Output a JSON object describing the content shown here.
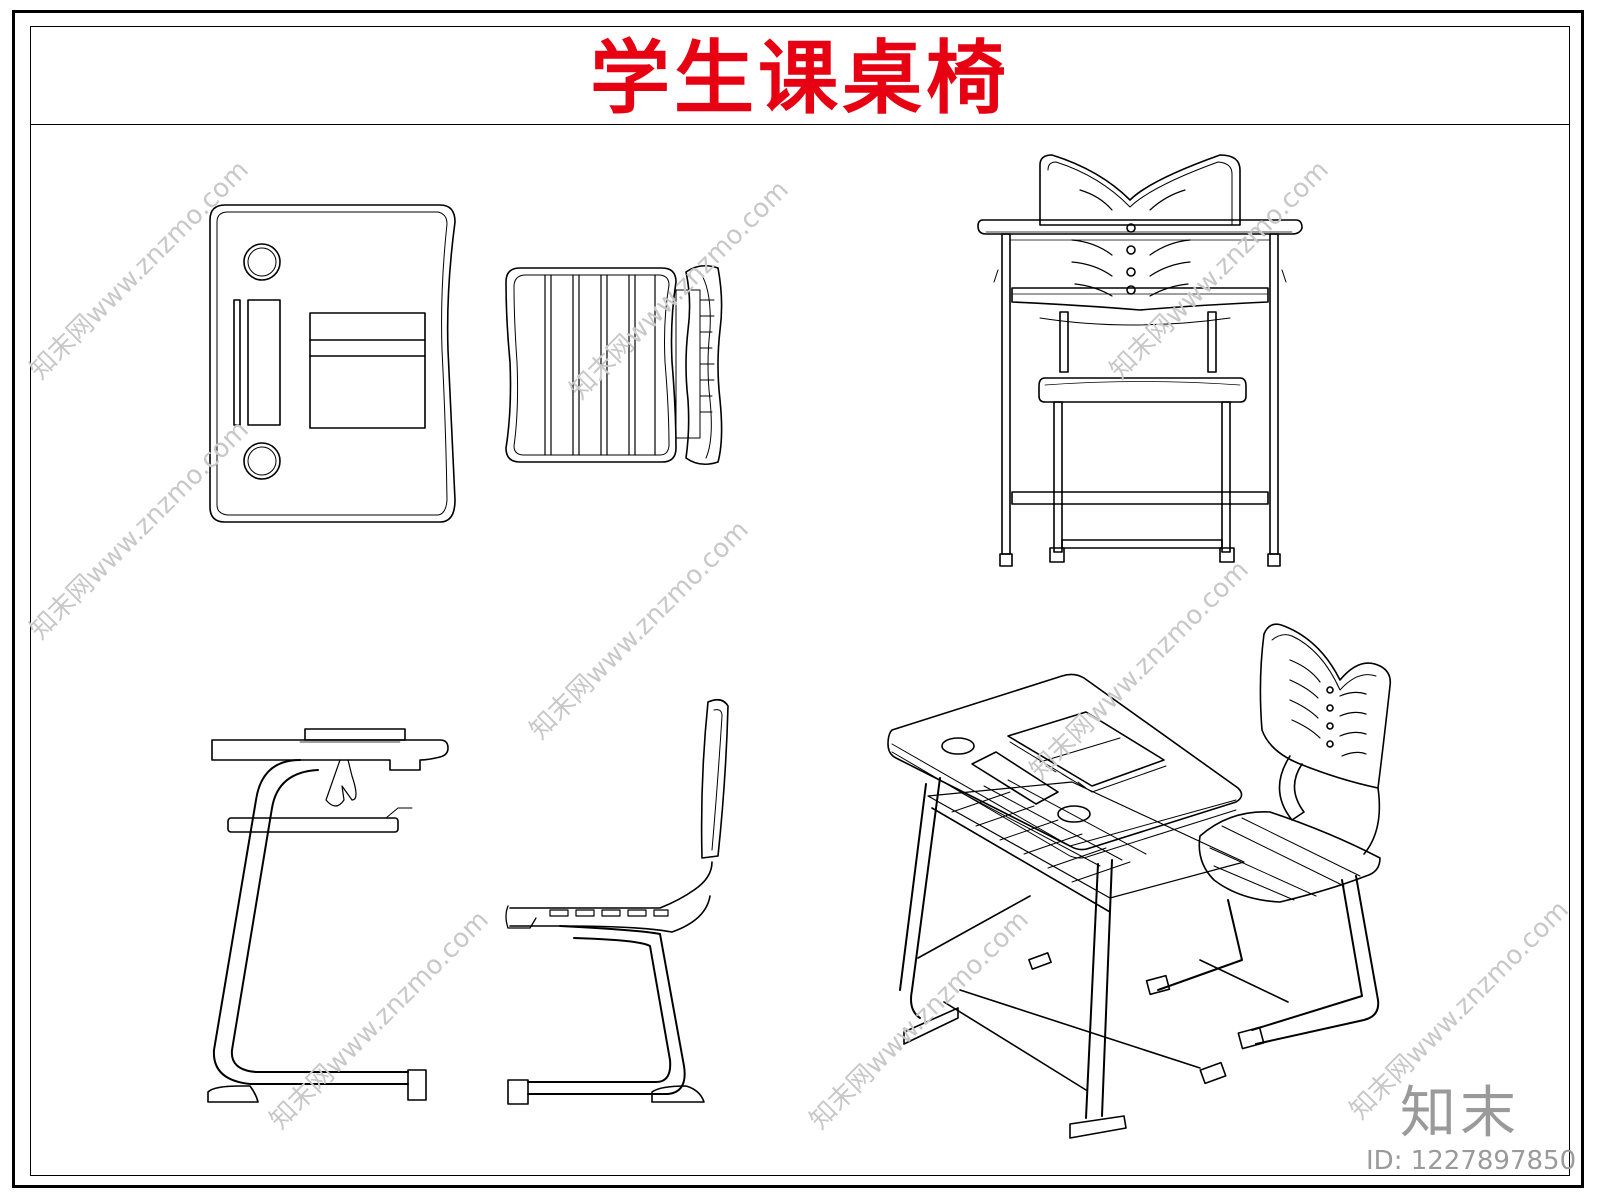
{
  "title": "学生课桌椅",
  "watermark": {
    "brand": "知末",
    "id_text": "ID: 1227897850",
    "tile_text": "知末网www.znzmo.com"
  },
  "colors": {
    "title": "#e60012",
    "line": "#000000",
    "watermark": "#9a9a9a"
  }
}
